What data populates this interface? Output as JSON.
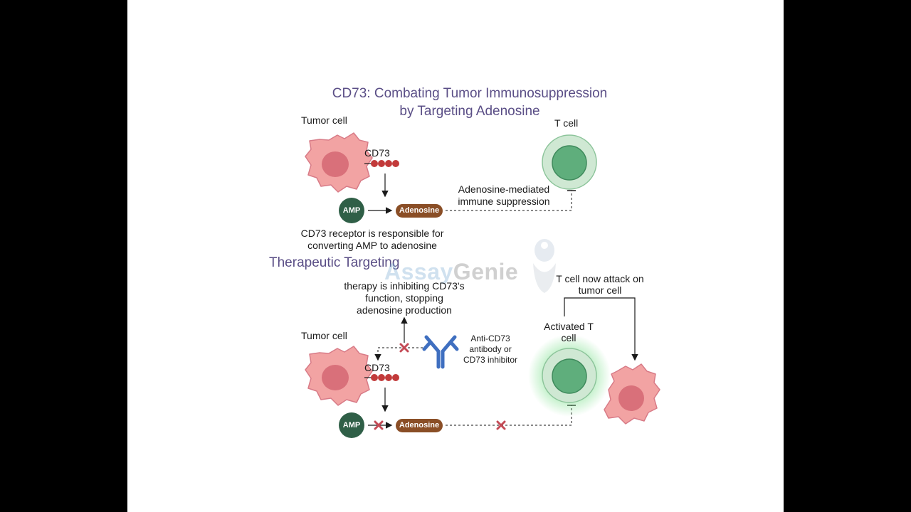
{
  "title": {
    "line1": "CD73: Combating Tumor Immunosuppression",
    "line2": "by Targeting Adenosine"
  },
  "top": {
    "tumor_label": "Tumor cell",
    "cd73_label": "CD73",
    "tcell_label": "T cell",
    "amp_label": "AMP",
    "adenosine_label": "Adenosine",
    "suppression_line1": "Adenosine-mediated",
    "suppression_line2": "immune suppression",
    "caption_line1": "CD73 receptor is responsible for",
    "caption_line2": "converting AMP to adenosine"
  },
  "section_title": "Therapeutic Targeting",
  "watermark": {
    "part1": "Assay",
    "part2": "Genie"
  },
  "bottom": {
    "therapy_line1": "therapy is inhibiting CD73's",
    "therapy_line2": "function, stopping",
    "therapy_line3": "adenosine production",
    "tumor_label": "Tumor cell",
    "cd73_label": "CD73",
    "antibody_line1": "Anti-CD73",
    "antibody_line2": "antibody or",
    "antibody_line3": "CD73 inhibitor",
    "activated_line1": "Activated T",
    "activated_line2": "cell",
    "attack_line1": "T cell now attack on",
    "attack_line2": "tumor cell",
    "amp_label": "AMP",
    "adenosine_label": "Adenosine"
  },
  "colors": {
    "title": "#5a4e86",
    "tumor_fill": "#f2a3a3",
    "tumor_nucleus": "#d9707a",
    "cd73_beads": "#c23a3a",
    "tcell_outer": "#cfe8d3",
    "tcell_inner": "#5fae7c",
    "amp": "#2f5f47",
    "adenosine": "#8a4e26",
    "antibody": "#3f6fc0",
    "block": "#c44a55"
  }
}
